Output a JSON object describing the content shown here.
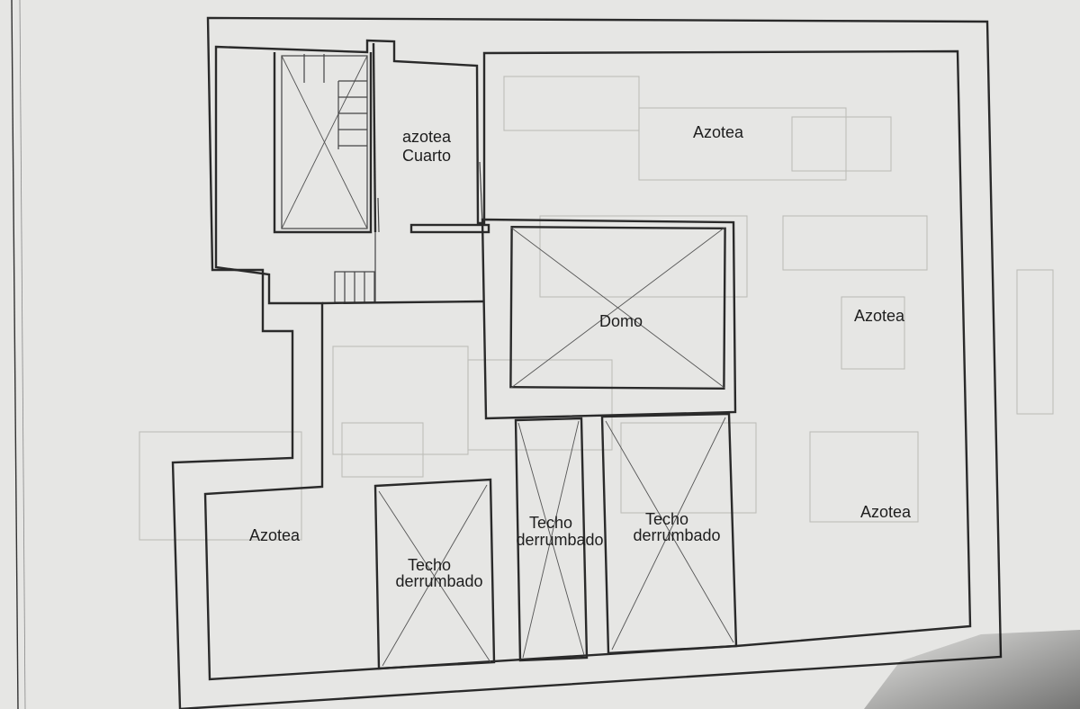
{
  "labels": {
    "cuarto_line1": "azotea",
    "cuarto_line2": "Cuarto",
    "azotea_top": "Azotea",
    "azotea_right": "Azotea",
    "azotea_right_lower": "Azotea",
    "azotea_left": "Azotea",
    "domo": "Domo",
    "techo_1_line1": "Techo",
    "techo_1_line2": "derrumbado",
    "techo_2_line1": "Techo",
    "techo_2_line2": "derrumbado",
    "techo_3_line1": "Techo",
    "techo_3_line2": "derrumbado"
  },
  "colors": {
    "paper": "#e6e6e4",
    "ink": "#2a2a2a"
  }
}
